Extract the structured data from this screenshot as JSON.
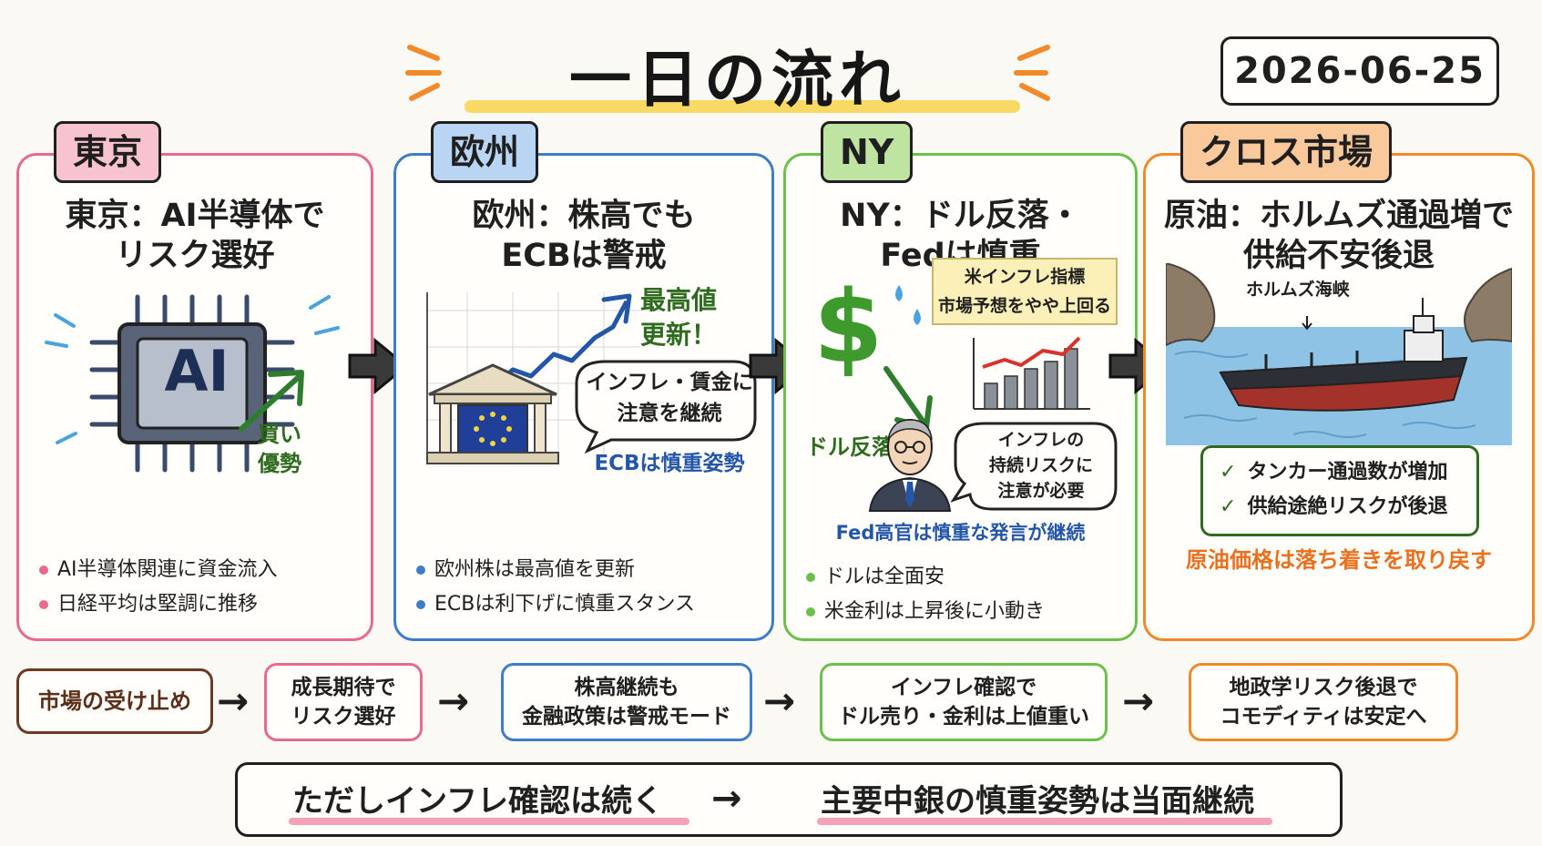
{
  "header": {
    "title": "一日の流れ",
    "date": "2026-06-25"
  },
  "panels": {
    "tokyo": {
      "tag": "東京",
      "headline_1": "東京：AI半導体で",
      "headline_2": "リスク選好",
      "chip_label": "AI",
      "arrow_label_1": "買い",
      "arrow_label_2": "優勢",
      "bullets": [
        "AI半導体関連に資金流入",
        "日経平均は堅調に推移"
      ],
      "accent": "#e66a8c"
    },
    "europe": {
      "tag": "欧州",
      "headline_1": "欧州：株高でも",
      "headline_2": "ECBは警戒",
      "record_label_1": "最高値",
      "record_label_2": "更新！",
      "bubble_1": "インフレ・賃金に",
      "bubble_2": "注意を継続",
      "caption": "ECBは慎重姿勢",
      "bullets": [
        "欧州株は最高値を更新",
        "ECBは利下げに慎重スタンス"
      ],
      "accent": "#3f7cc8"
    },
    "ny": {
      "tag": "NY",
      "headline_1": "NY：ドル反落・",
      "headline_2": "Fedは慎重",
      "dollar_symbol": "$",
      "dollar_label": "ドル反落",
      "note_1": "米インフレ指標",
      "note_2": "市場予想をやや上回る",
      "bubble_1": "インフレの",
      "bubble_2": "持続リスクに",
      "bubble_3": "注意が必要",
      "caption": "Fed高官は慎重な発言が継続",
      "bullets": [
        "ドルは全面安",
        "米金利は上昇後に小動き"
      ],
      "accent": "#6cbf4a"
    },
    "cross": {
      "tag": "クロス市場",
      "headline_1": "原油：ホルムズ通過増で",
      "headline_2": "供給不安後退",
      "strait_label": "ホルムズ海峡",
      "checks": [
        "タンカー通過数が増加",
        "供給途絶リスクが後退"
      ],
      "caption": "原油価格は落ち着きを取り戻す",
      "accent": "#ef8a2a"
    }
  },
  "flow": {
    "label": "市場の受け止め",
    "boxes": [
      {
        "line1": "成長期待で",
        "line2": "リスク選好"
      },
      {
        "line1": "株高継続も",
        "line2": "金融政策は警戒モード"
      },
      {
        "line1": "インフレ確認で",
        "line2": "ドル売り・金利は上値重い"
      },
      {
        "line1": "地政学リスク後退で",
        "line2": "コモディティは安定へ"
      }
    ],
    "arrow": "→"
  },
  "bottom": {
    "left": "ただしインフレ確認は続く",
    "arrow": "→",
    "right": "主要中銀の慎重姿勢は当面継続"
  }
}
